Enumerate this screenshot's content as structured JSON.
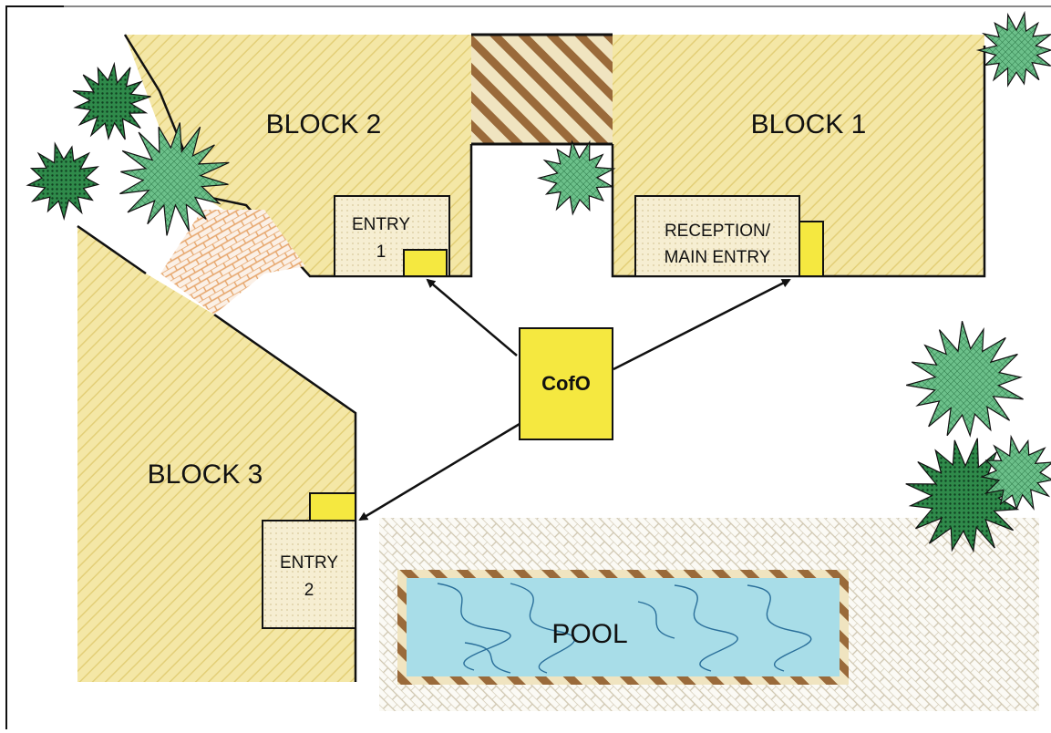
{
  "blocks": {
    "block1": "BLOCK 1",
    "block2": "BLOCK 2",
    "block3": "BLOCK 3"
  },
  "entries": {
    "entry1_line1": "ENTRY",
    "entry1_line2": "1",
    "entry2_line1": "ENTRY",
    "entry2_line2": "2",
    "reception_line1": "RECEPTION/",
    "reception_line2": "MAIN ENTRY"
  },
  "center": {
    "label": "CofO"
  },
  "pool": {
    "label": "POOL"
  },
  "colors": {
    "building_fill": "#f4e7a6",
    "building_hatch": "#e6d27c",
    "entry_fill": "#f6eed2",
    "cofo_fill": "#f5e840",
    "pool_water": "#a8dde8",
    "pool_border": "#8a5a2a",
    "paving": "#cfc6b0",
    "tree_light": "#4fa86a",
    "tree_dark": "#1f6b3a",
    "outline": "#111111"
  },
  "icons": [
    "tree-icon",
    "arrow-icon",
    "hatch-pattern"
  ]
}
